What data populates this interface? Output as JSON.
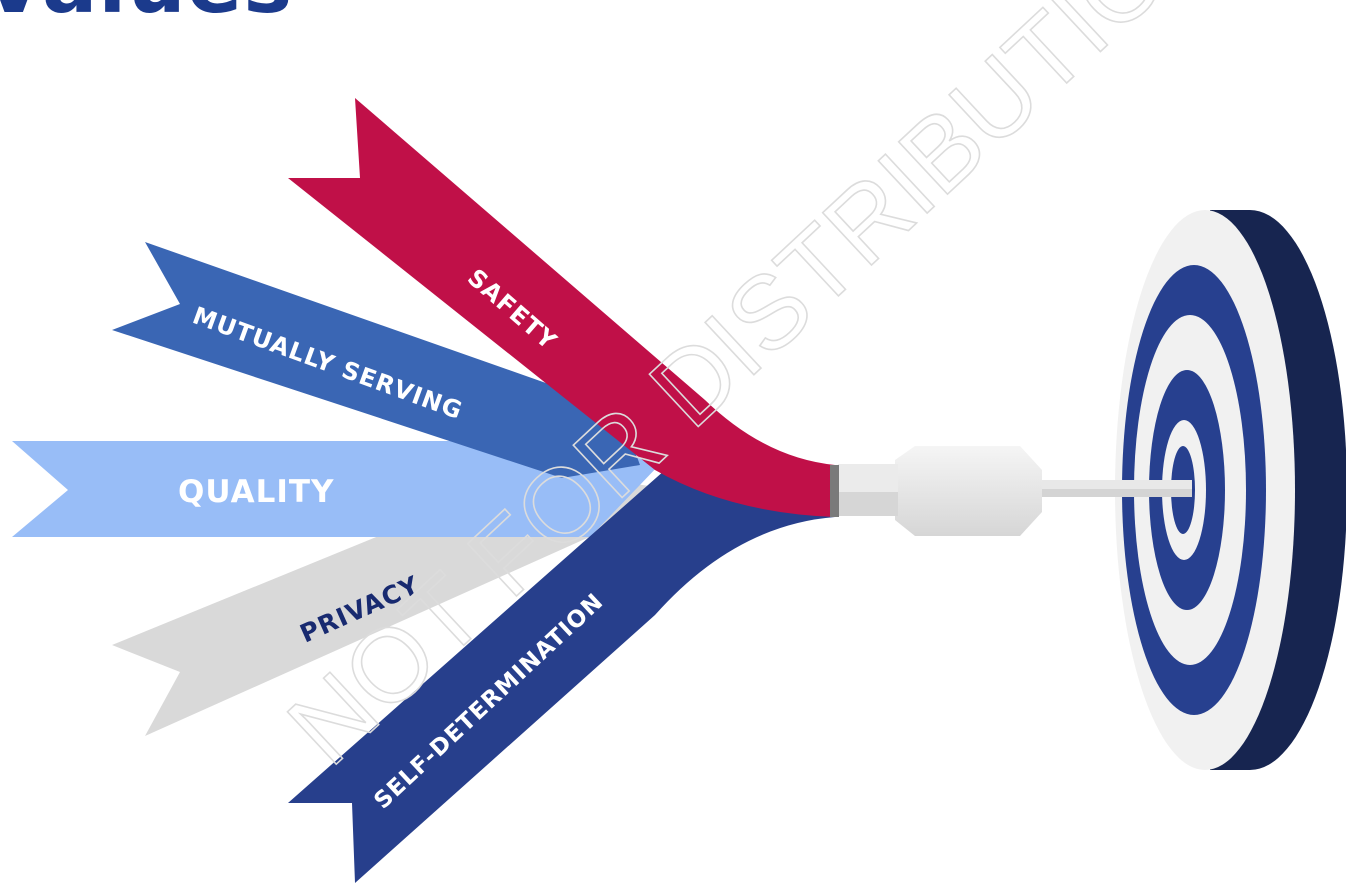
{
  "title": "Values",
  "ribbons": [
    {
      "label": "SAFETY",
      "color": "#c01048",
      "text_color": "#ffffff"
    },
    {
      "label": "MUTUALLY SERVING",
      "color": "#3a66b4",
      "text_color": "#ffffff"
    },
    {
      "label": "QUALITY",
      "color": "#98bdf7",
      "text_color": "#ffffff"
    },
    {
      "label": "PRIVACY",
      "color": "#d9d9d9",
      "text_color": "#182a70"
    },
    {
      "label": "SELF-DETERMINATION",
      "color": "#273f8c",
      "text_color": "#ffffff"
    }
  ],
  "target": {
    "icon": "target-icon",
    "ring_colors": [
      "#f1f1f1",
      "#27408f"
    ],
    "side_color": "#172550"
  },
  "dart": {
    "icon": "dart-icon",
    "color": "#e0e0e0"
  },
  "watermark": "NOT FOR DISTRIBUTION"
}
